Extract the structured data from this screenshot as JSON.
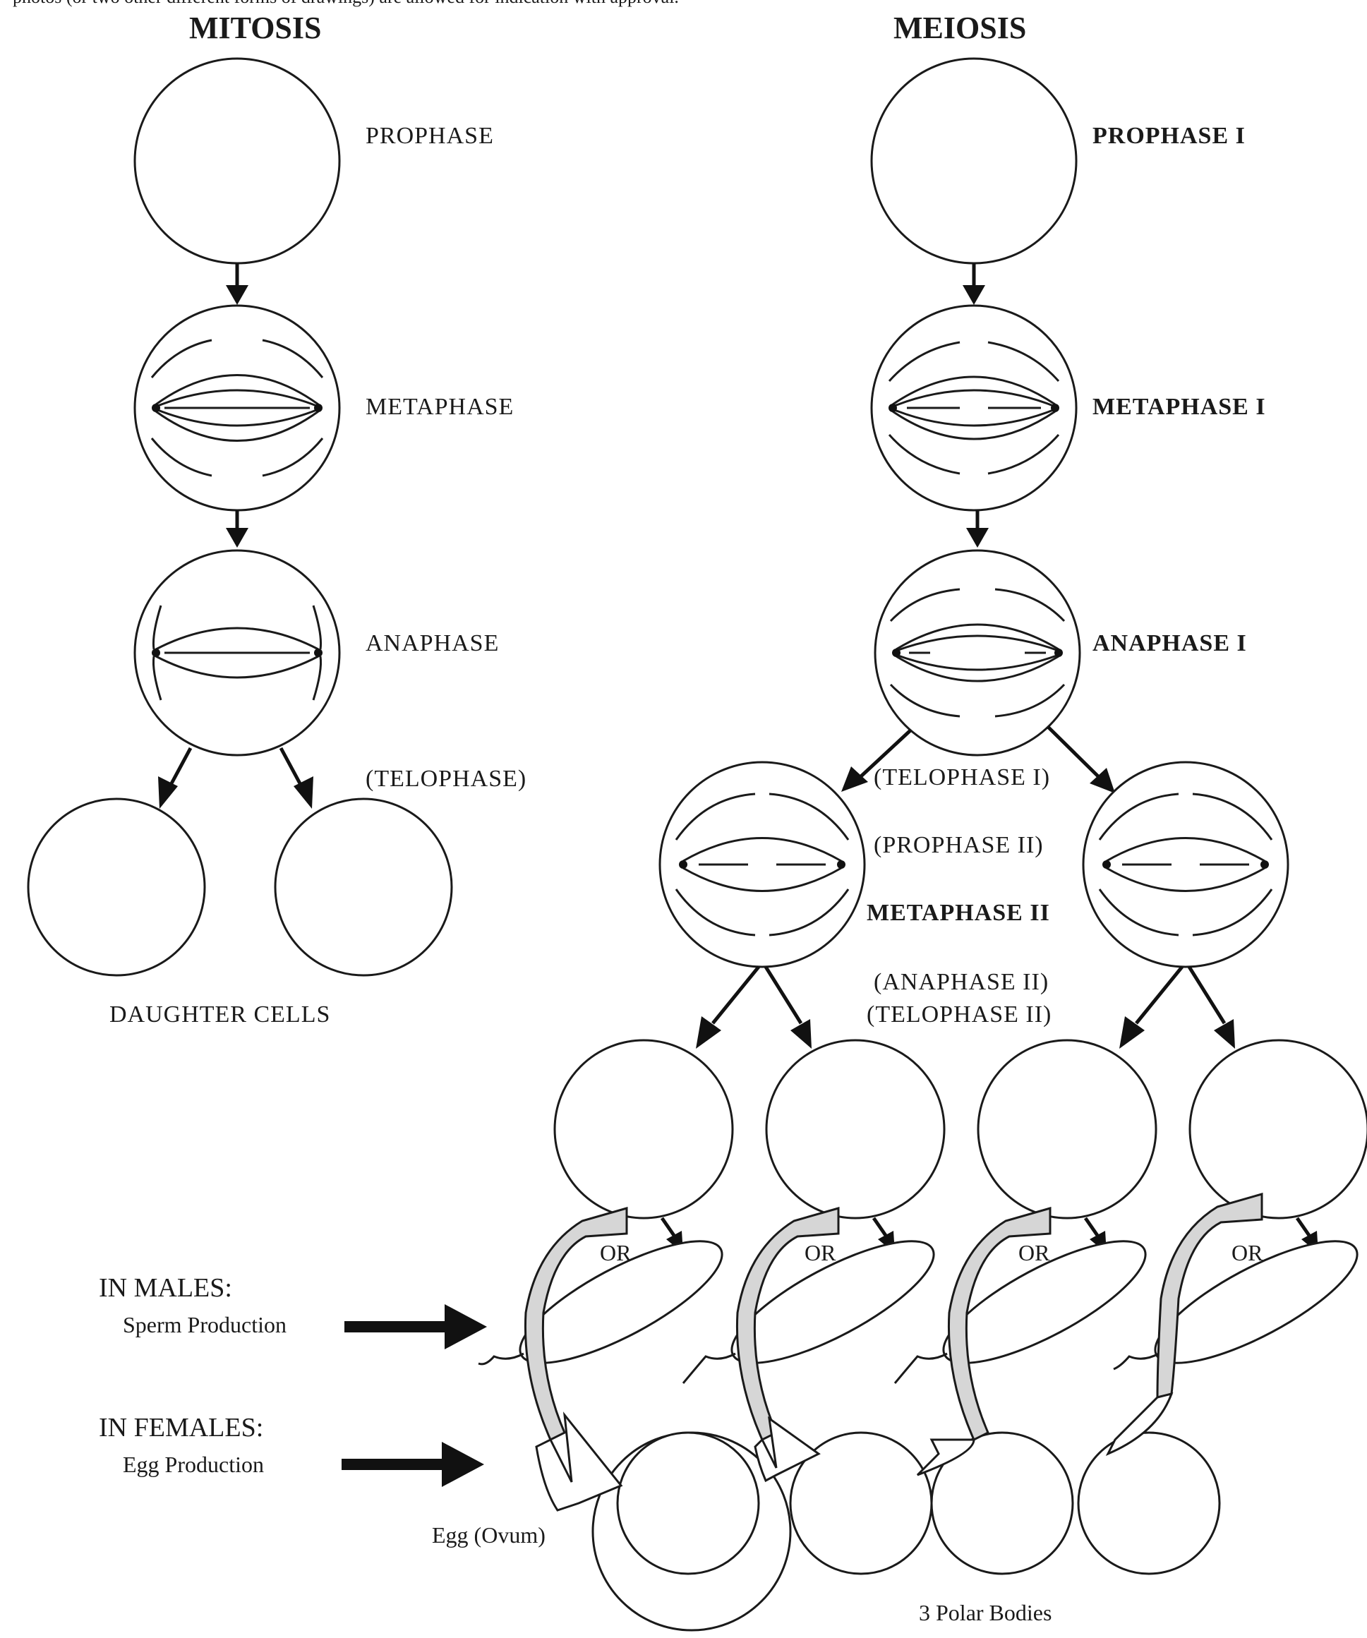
{
  "top_caption": "photos (or two other different forms of drawings) are allowed for indication with approval.",
  "mitosis": {
    "title": "MITOSIS",
    "stages": [
      "PROPHASE",
      "METAPHASE",
      "ANAPHASE",
      "(TELOPHASE)"
    ],
    "result": "DAUGHTER CELLS"
  },
  "meiosis": {
    "title": "MEIOSIS",
    "stages": [
      "PROPHASE  I",
      "METAPHASE  I",
      "ANAPHASE  I",
      "(TELOPHASE I)",
      "(PROPHASE II)",
      "METAPHASE II",
      "(ANAPHASE II)",
      "(TELOPHASE II)"
    ]
  },
  "or_label": "OR",
  "males": {
    "heading": "IN MALES:",
    "label": "Sperm Production"
  },
  "females": {
    "heading": "IN FEMALES:",
    "label": "Egg Production"
  },
  "egg_label": "Egg (Ovum)",
  "polar_label": "3 Polar Bodies"
}
